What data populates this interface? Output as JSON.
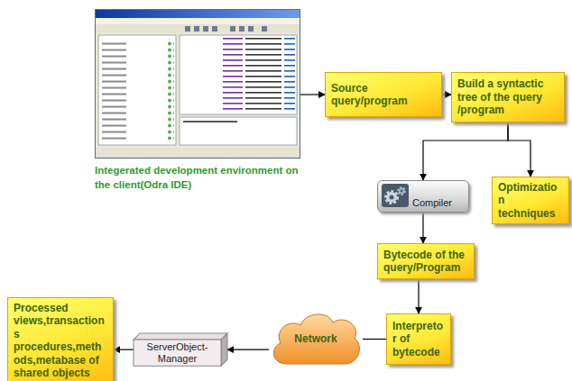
{
  "diagram": {
    "nodes": [
      {
        "text": [
          "Integerated development environment on the client(Odra IDE)"
        ]
      },
      {
        "text": [
          "Source query/program"
        ]
      },
      {
        "text": [
          "Build a syntactic tree of the query /program"
        ]
      },
      {
        "text": [
          "Compiler"
        ]
      },
      {
        "text": [
          "Optimization techniques"
        ]
      },
      {
        "text": [
          "Bytecode of the query/Program"
        ]
      },
      {
        "text": [
          "Interpretor of bytecode"
        ]
      },
      {
        "text": [
          "Network"
        ]
      },
      {
        "text": [
          "ServerObject-Manager"
        ]
      },
      {
        "text": [
          "Processed views,transactions procedures,methods,metabase of shared objects"
        ]
      }
    ],
    "edges": [
      {
        "from": 0,
        "to": 1,
        "arrow": "to"
      },
      {
        "from": 1,
        "to": 2,
        "arrow": "to"
      },
      {
        "from": 2,
        "to": 3,
        "arrow": "to"
      },
      {
        "from": 2,
        "to": 4,
        "arrow": "to"
      },
      {
        "from": 3,
        "to": 5,
        "arrow": "to"
      },
      {
        "from": 5,
        "to": 6,
        "arrow": "to"
      },
      {
        "from": 6,
        "to": 7,
        "arrow": "none"
      },
      {
        "from": 7,
        "to": 8,
        "arrow": "to"
      },
      {
        "from": 8,
        "to": 9,
        "arrow": "to"
      }
    ]
  }
}
